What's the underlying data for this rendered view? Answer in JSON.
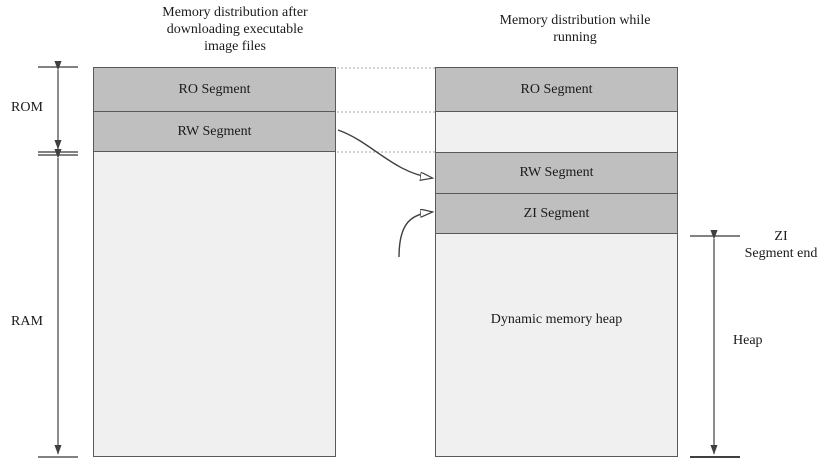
{
  "diagram": {
    "titles": {
      "left": "Memory distribution after\ndownloading executable\nimage files",
      "right": "Memory distribution while\nrunning"
    },
    "left_column": {
      "segments": [
        {
          "label": "RO Segment",
          "fill": "#bfbfbf"
        },
        {
          "label": "RW Segment",
          "fill": "#bfbfbf"
        },
        {
          "label": "",
          "fill": "#f0f0f0"
        }
      ]
    },
    "right_column": {
      "segments": [
        {
          "label": "RO Segment",
          "fill": "#bfbfbf"
        },
        {
          "label": "",
          "fill": "#f0f0f0"
        },
        {
          "label": "RW Segment",
          "fill": "#bfbfbf"
        },
        {
          "label": "ZI Segment",
          "fill": "#bfbfbf"
        },
        {
          "label": "Dynamic memory heap",
          "fill": "#f0f0f0"
        }
      ]
    },
    "left_brackets": [
      {
        "label": "ROM"
      },
      {
        "label": "RAM"
      }
    ],
    "right_brackets": [
      {
        "label": "ZI\nSegment end"
      },
      {
        "label": "Heap"
      }
    ],
    "colors": {
      "segment_gray": "#bfbfbf",
      "heap_light": "#f0f0f0",
      "border": "#595959",
      "guide_line": "#a6a6a6",
      "arrow": "#3f3f3f"
    }
  }
}
